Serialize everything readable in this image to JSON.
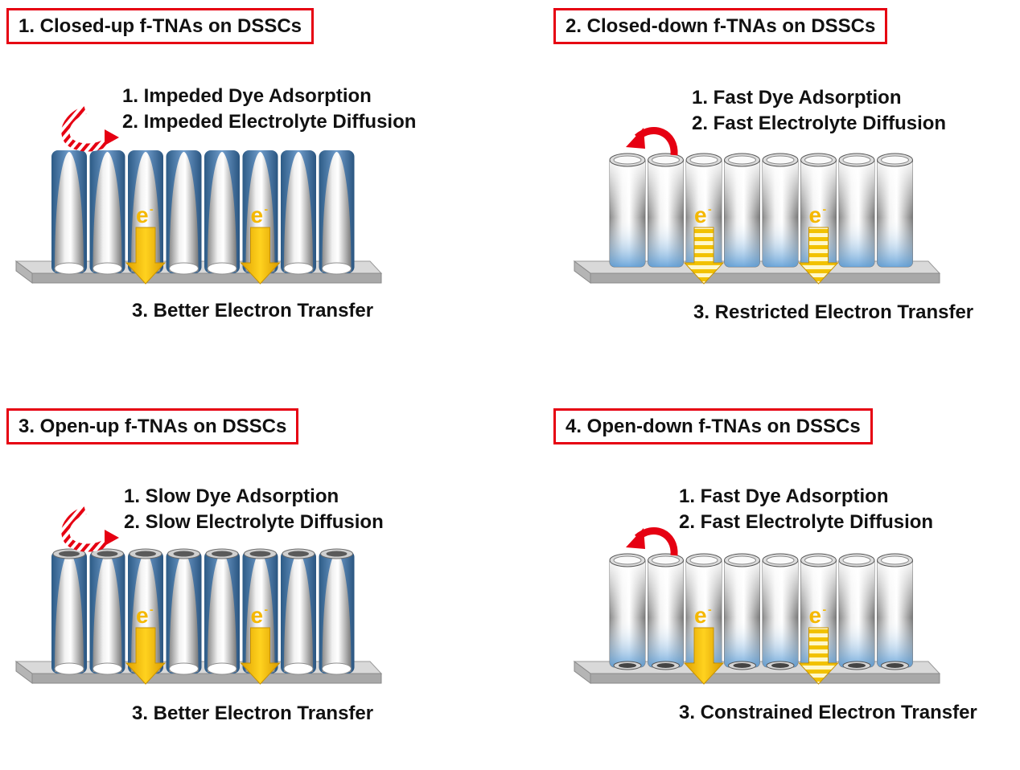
{
  "panels": [
    {
      "title": "1. Closed-up f-TNAs on DSSCs",
      "properties": [
        "1.  Impeded Dye Adsorption",
        "2.  Impeded Electrolyte Diffusion"
      ],
      "transfer": "3. Better Electron Transfer",
      "electron_label": "e",
      "electron_charge": "-",
      "tube_orientation": "closed-up",
      "arrow_style": "striped",
      "electron_arrow_style": [
        "solid",
        "solid"
      ]
    },
    {
      "title": "2. Closed-down f-TNAs on DSSCs",
      "properties": [
        "1.  Fast Dye Adsorption",
        "2.  Fast Electrolyte Diffusion"
      ],
      "transfer": "3. Restricted Electron Transfer",
      "electron_label": "e",
      "electron_charge": "-",
      "tube_orientation": "closed-down",
      "arrow_style": "solid",
      "electron_arrow_style": [
        "striped",
        "striped"
      ]
    },
    {
      "title": "3. Open-up f-TNAs on DSSCs",
      "properties": [
        "1.  Slow Dye Adsorption",
        "2.  Slow Electrolyte Diffusion"
      ],
      "transfer": "3. Better Electron Transfer",
      "electron_label": "e",
      "electron_charge": "-",
      "tube_orientation": "open-up",
      "arrow_style": "striped",
      "electron_arrow_style": [
        "solid",
        "solid"
      ]
    },
    {
      "title": "4. Open-down f-TNAs on DSSCs",
      "properties": [
        "1.  Fast Dye Adsorption",
        "2.  Fast Electrolyte Diffusion"
      ],
      "transfer": "3. Constrained Electron Transfer",
      "electron_label": "e",
      "electron_charge": "-",
      "tube_orientation": "open-down",
      "arrow_style": "solid",
      "electron_arrow_style": [
        "solid",
        "striped"
      ]
    }
  ],
  "colors": {
    "title_border": "#e60012",
    "curved_arrow": "#e60012",
    "electron": "#f5b800",
    "tube_shell": "#3f6f9c",
    "tube_body": "#bdbdbd",
    "substrate": "#c8c8c8"
  }
}
